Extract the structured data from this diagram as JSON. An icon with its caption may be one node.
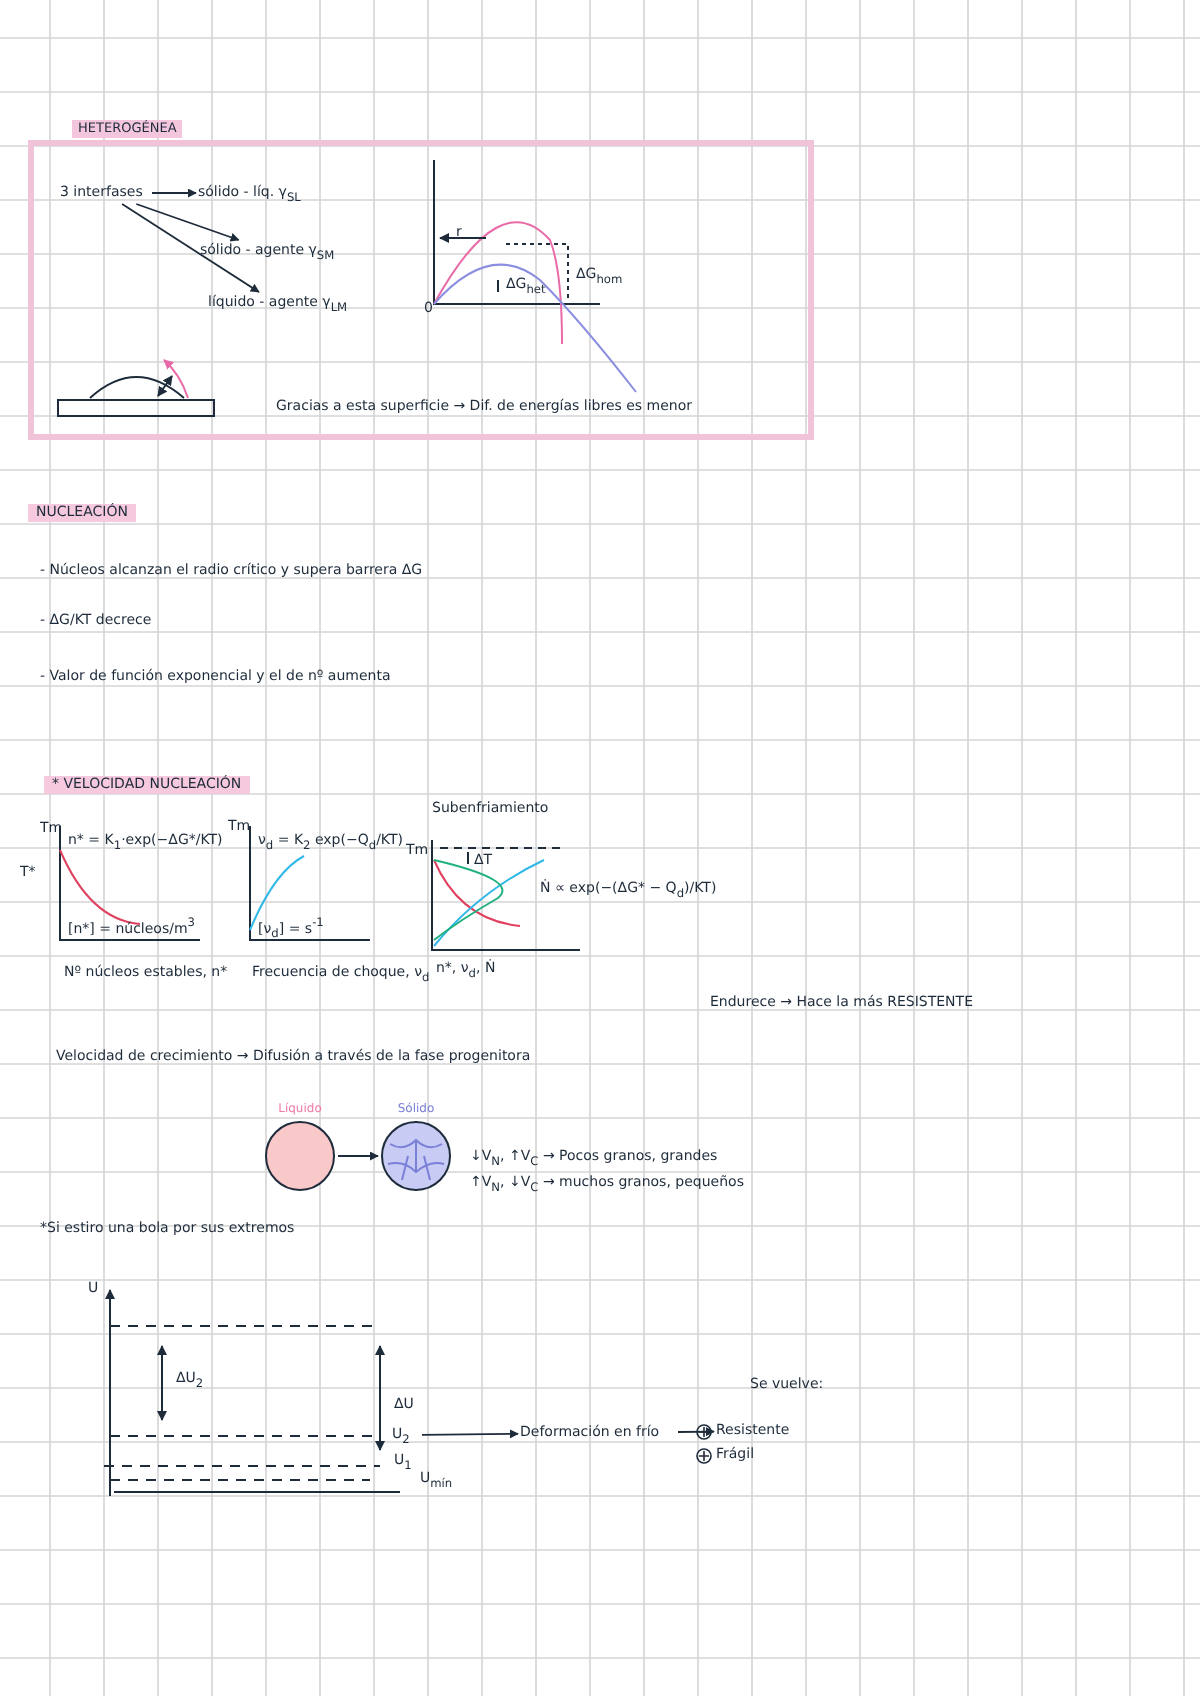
{
  "diagram": {
    "nodes": [
      {
        "text": [
          "HETEROGÉNEA"
        ]
      },
      {
        "text": [
          "3 interfases"
        ],
        "in": 0
      },
      {
        "text": [
          "sólido - líq. γ$_{SL}$"
        ],
        "in": 0
      },
      {
        "text": [
          "sólido - agente γ$_{SM}$"
        ],
        "in": 0
      },
      {
        "text": [
          "líquido - agente γ$_{LM}$"
        ],
        "in": 0
      },
      {
        "text": [
          "Líquido"
        ]
      },
      {
        "text": [
          "Sólido"
        ]
      },
      {
        "text": [
          "U$_{2}$"
        ]
      },
      {
        "text": [
          "Deformación en frío"
        ]
      },
      {
        "text": [
          "Resistente"
        ]
      }
    ],
    "edges": [
      {
        "from": 1,
        "to": 2,
        "arrow": "to"
      },
      {
        "from": 1,
        "to": 3,
        "arrow": "to"
      },
      {
        "from": 1,
        "to": 4,
        "arrow": "to"
      },
      {
        "from": 5,
        "to": 6,
        "arrow": "to"
      },
      {
        "from": 7,
        "to": 8,
        "arrow": "to"
      },
      {
        "from": 8,
        "to": 9,
        "arrow": "to"
      }
    ],
    "labels": [
      "r",
      "ΔG$_{hom}$",
      "ΔG$_{het}$",
      "0",
      "Gracias a esta superficie → Dif. de energías libres es menor",
      "NUCLEACIÓN",
      "- Núcleos alcanzan el radio crítico y supera barrera ΔG",
      "- ΔG/KT decrece",
      "- Valor de función exponencial y el de nº aumenta",
      "* VELOCIDAD NUCLEACIÓN",
      "Tm",
      "T*",
      "n* = K$_{1}$·exp(−ΔG*/KT)",
      "[n*] = núcleos/m$^{3}$",
      "Nº núcleos estables, n*",
      "Tm",
      "ν$_{d}$ = K$_{2}$ exp(−Q$_{d}$/KT)",
      "[ν$_{d}$] = s$^{-1}$",
      "Frecuencia de choque, ν$_{d}$",
      "Subenfriamiento",
      "Tm",
      "ΔT",
      "Ṅ ∝ exp(−(ΔG* − Q$_{d}$)/KT)",
      "n*, ν$_{d}$, Ṅ",
      "Endurece → Hace la más RESISTENTE",
      "Velocidad de crecimiento → Difusión a través de la fase progenitora",
      "↓V$_{N}$, ↑V$_{C}$ → Pocos granos, grandes",
      "↑V$_{N}$, ↓V$_{C}$ → muchos granos, pequeños",
      "*Si estiro una bola por sus extremos",
      "U",
      "ΔU$_{2}$",
      "ΔU",
      "U$_{1}$",
      "U$_{mín}$",
      "Se vuelve:",
      "Frágil"
    ]
  }
}
